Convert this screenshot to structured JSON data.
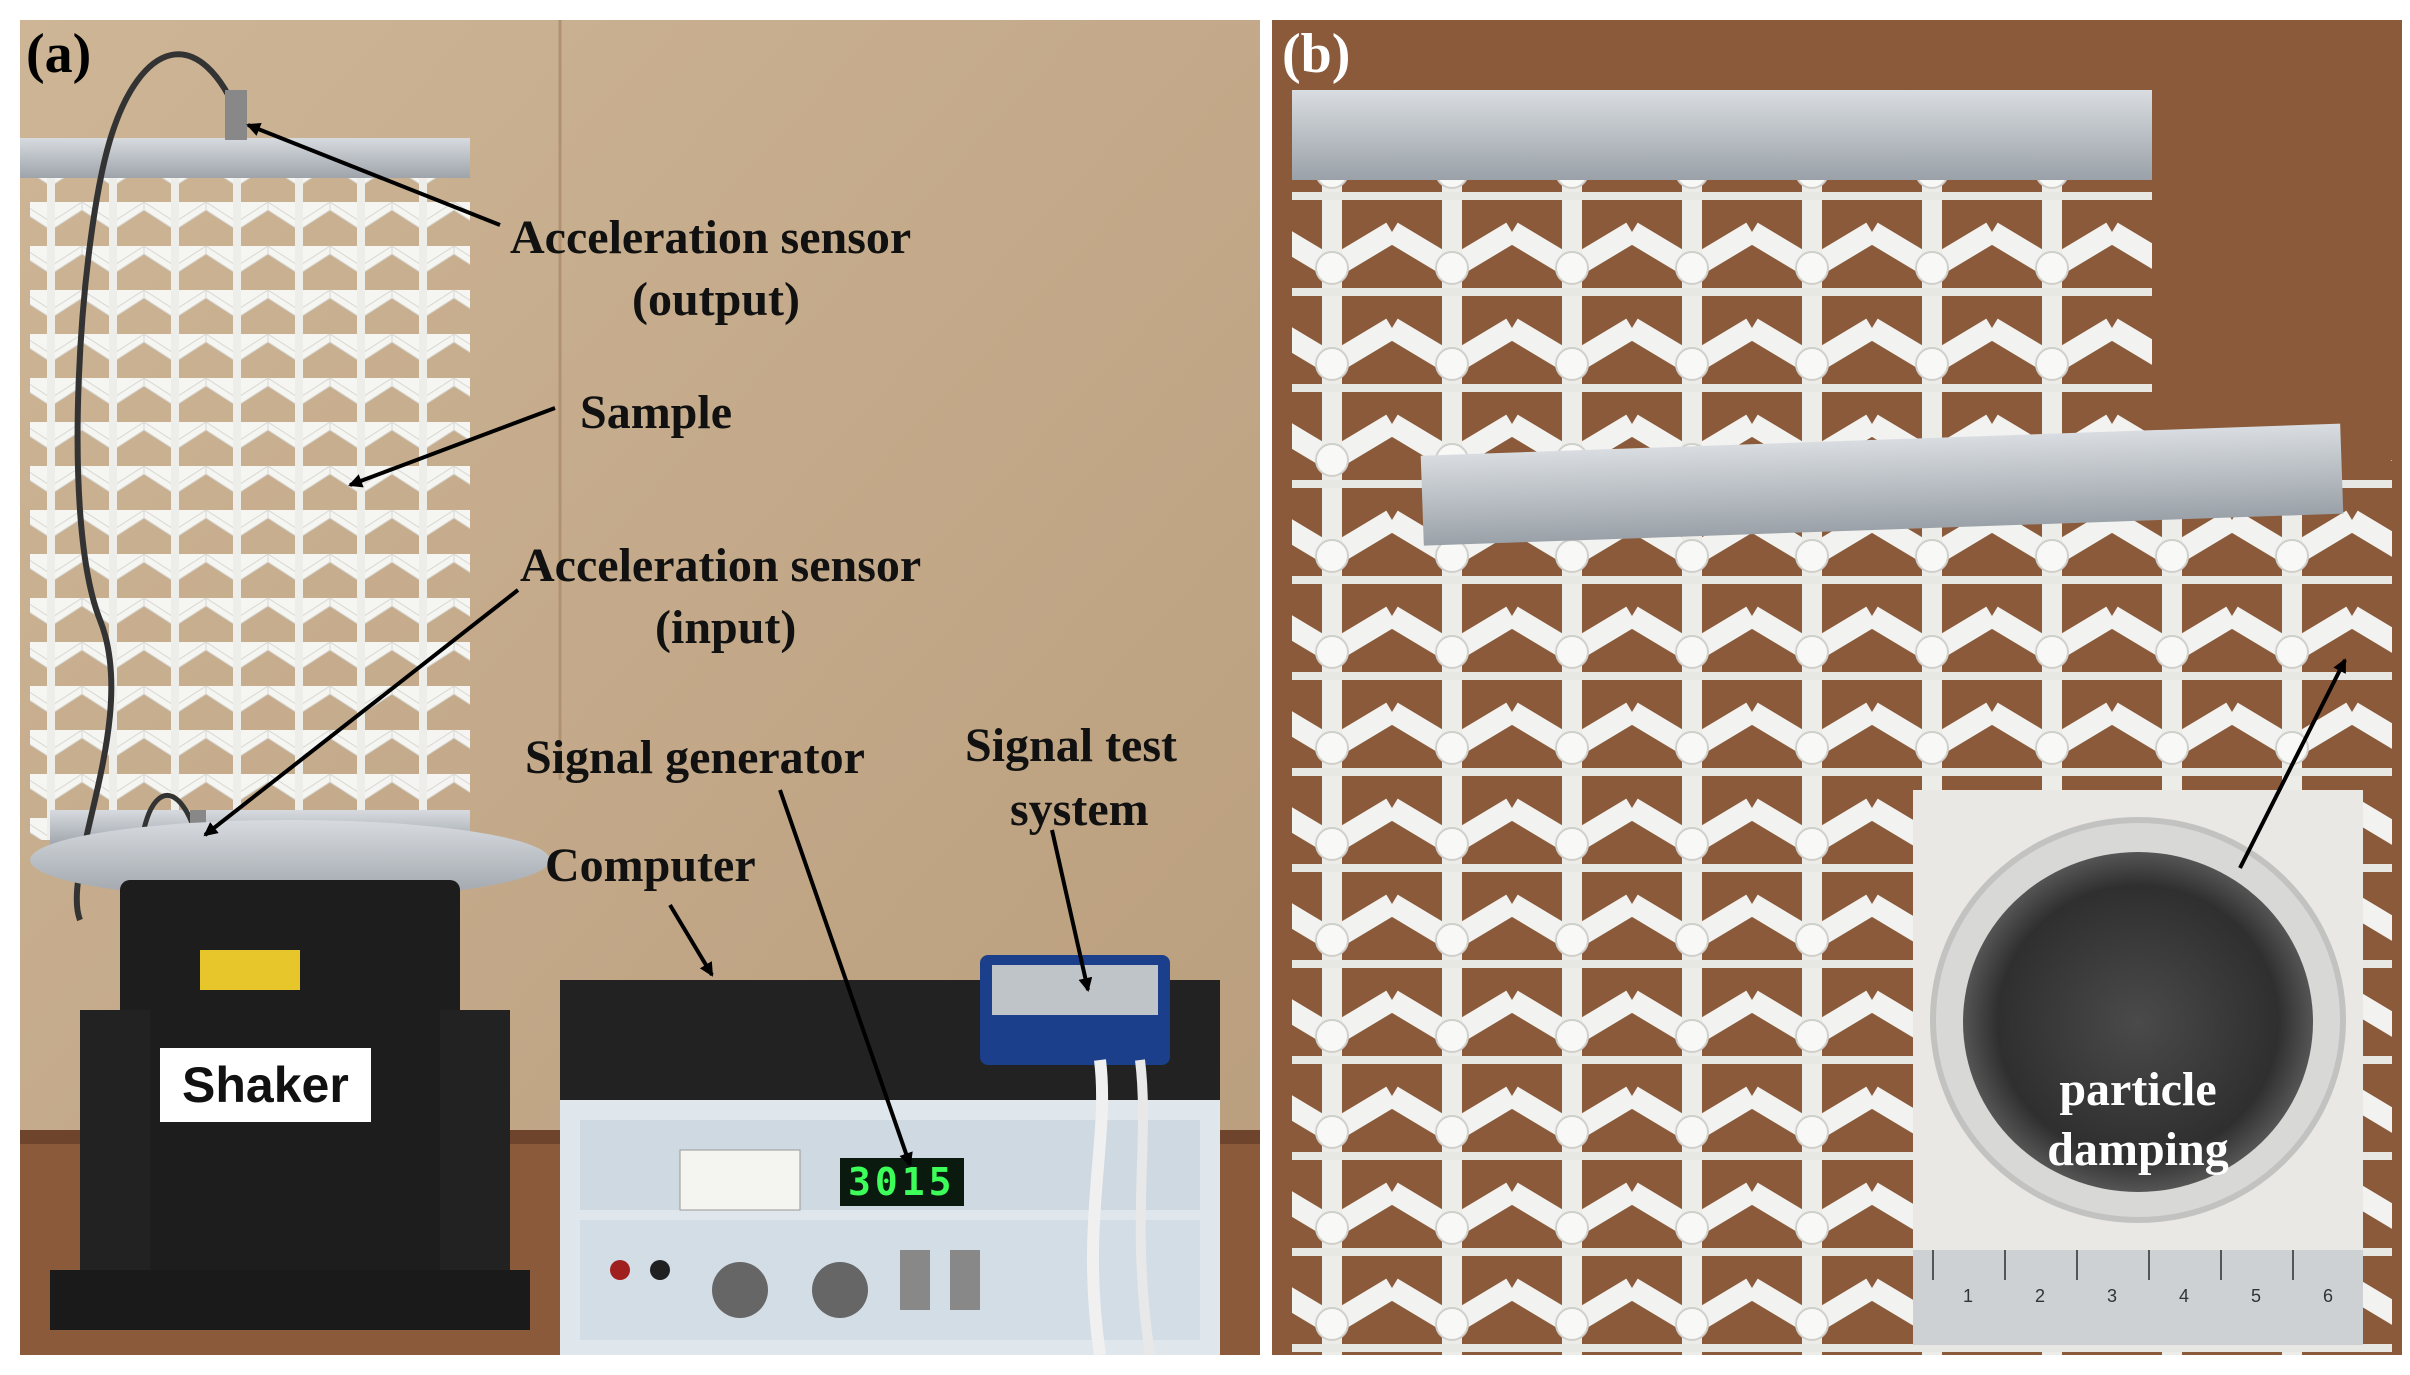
{
  "panel_a": {
    "tag": "(a)",
    "labels": {
      "accel_output_line1": "Acceleration sensor",
      "accel_output_line2": "(output)",
      "sample": "Sample",
      "accel_input_line1": "Acceleration sensor",
      "accel_input_line2": "(input)",
      "signal_generator": "Signal generator",
      "signal_test_line1": "Signal test",
      "signal_test_line2": "system",
      "computer": "Computer",
      "shaker": "Shaker"
    },
    "generator_display": "3015"
  },
  "panel_b": {
    "tag": "(b)",
    "inset_label_line1": "particle",
    "inset_label_line2": "damping",
    "ruler_numbers": [
      "1",
      "2",
      "3",
      "4",
      "5",
      "6"
    ]
  },
  "colors": {
    "wall": "#c9b293",
    "table": "#8a5a3a",
    "lattice": "#f4f4f2",
    "aluminum": "#b9bec4",
    "display_text": "#3cff5a"
  }
}
